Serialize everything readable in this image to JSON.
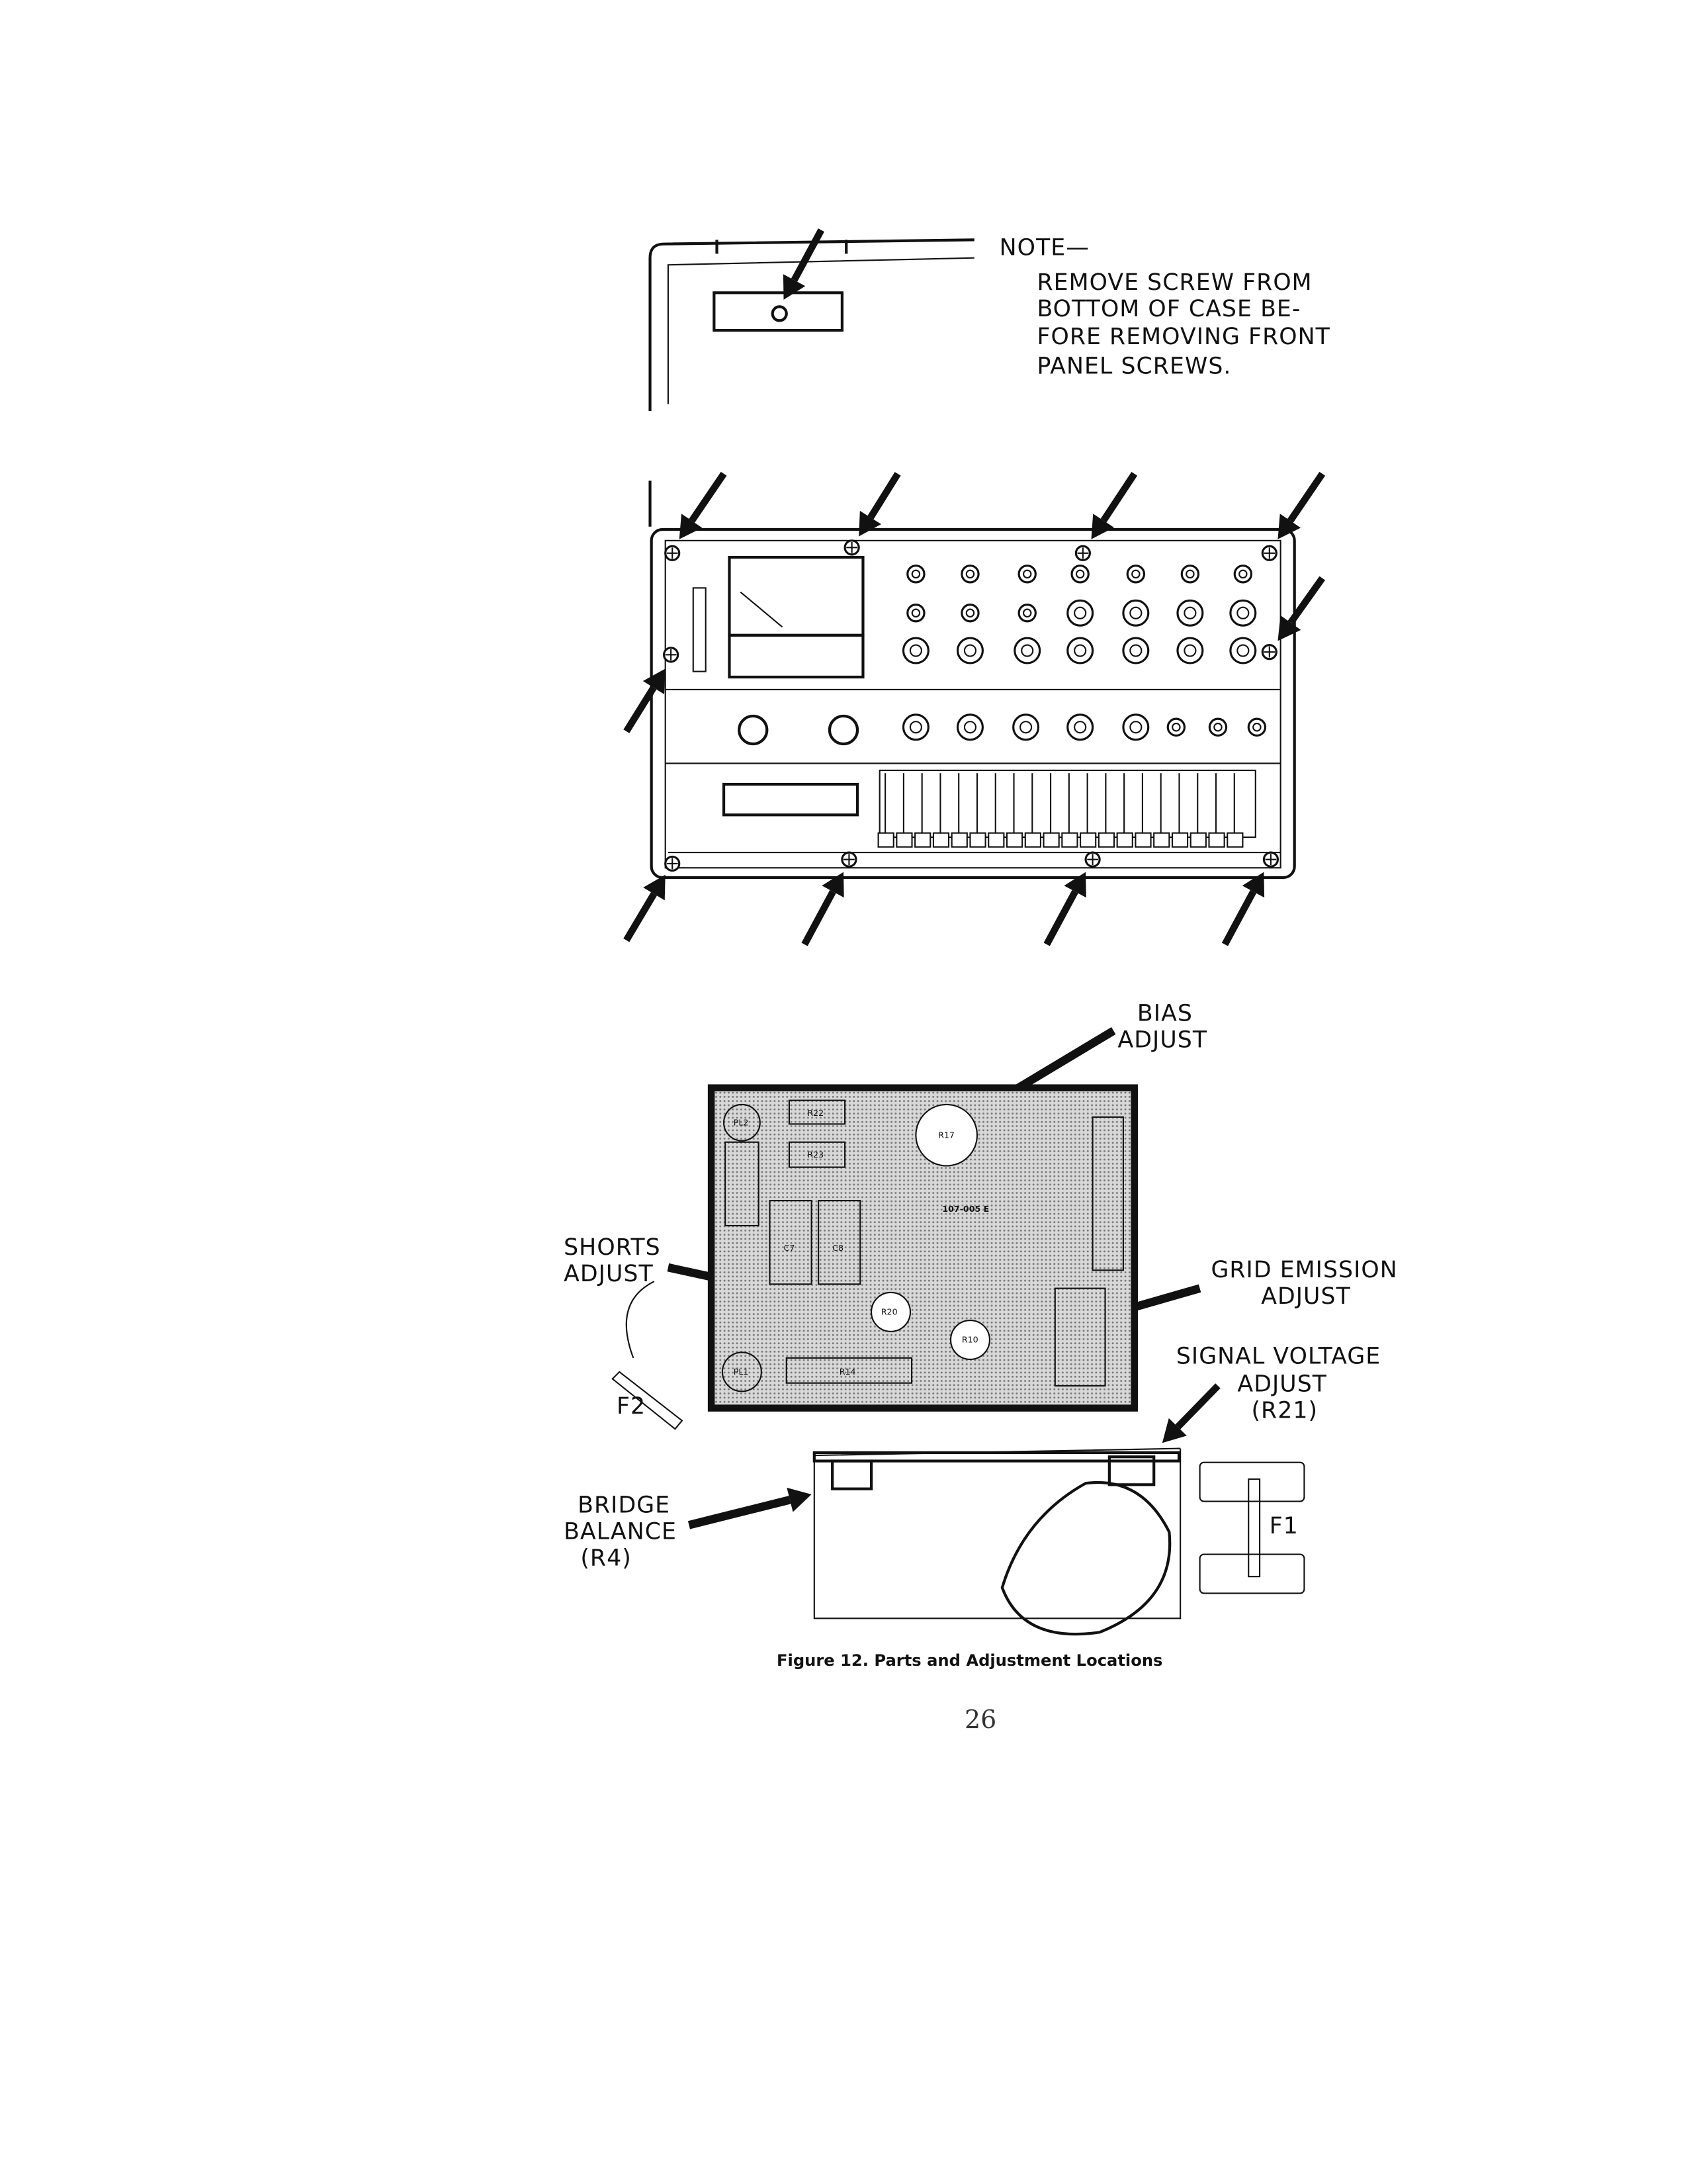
{
  "note": {
    "title": "NOTE—",
    "lines": [
      "REMOVE SCREW FROM",
      "BOTTOM OF CASE BE-",
      "FORE REMOVING FRONT",
      "PANEL SCREWS."
    ]
  },
  "callouts": {
    "bias": [
      "BIAS",
      "ADJUST"
    ],
    "shorts": [
      "SHORTS",
      "ADJUST"
    ],
    "grid_emission": [
      "GRID EMISSION",
      "ADJUST"
    ],
    "signal_voltage": [
      "SIGNAL VOLTAGE",
      "ADJUST",
      "(R21)"
    ],
    "bridge_balance": [
      "BRIDGE",
      "BALANCE",
      "(R4)"
    ]
  },
  "parts": {
    "f1": "F1",
    "f2": "F2",
    "board_id": "107-005 E",
    "r17": "R17",
    "r20": "R20",
    "r10": "R10",
    "r22": "R22",
    "r23": "R23",
    "r14": "R14",
    "c7": "C7",
    "c8": "C8",
    "pl1": "PL1",
    "pl2": "PL2"
  },
  "caption": "Figure 12.  Parts and Adjustment Locations",
  "page_number": "26"
}
